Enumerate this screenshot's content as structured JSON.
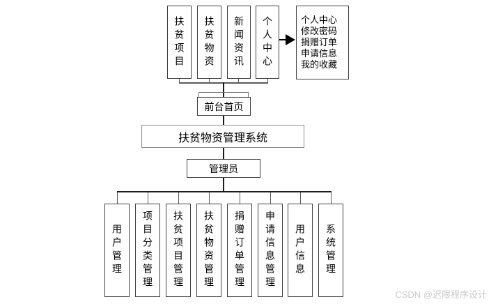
{
  "diagram": {
    "front": {
      "menus": [
        {
          "label": "扶贫项目"
        },
        {
          "label": "扶贫物资"
        },
        {
          "label": "新闻资讯"
        },
        {
          "label": "个人中心"
        }
      ],
      "user_center_detail": {
        "lines": [
          "个人中心",
          "修改密码",
          "捐赠订单",
          "申请信息",
          "我的收藏"
        ]
      },
      "home": {
        "label": "前台首页"
      }
    },
    "system": {
      "label": "扶贫物资管理系统"
    },
    "admin": {
      "label": "管理员",
      "modules": [
        {
          "label": "用户管理"
        },
        {
          "label": "项目分类管理"
        },
        {
          "label": "扶贫项目管理"
        },
        {
          "label": "扶贫物资管理"
        },
        {
          "label": "捐赠订单管理"
        },
        {
          "label": "申请信息管理"
        },
        {
          "label": "用户信息"
        },
        {
          "label": "系统管理"
        }
      ]
    },
    "watermark": {
      "label": "CSDN @迟限程序设计"
    },
    "colors": {
      "background": "#ffffff",
      "line": "#1a1a1a",
      "box_border": "#3f3f3f",
      "system_box_border": "#8a8a8a",
      "watermark": "#cbcbcb"
    }
  }
}
